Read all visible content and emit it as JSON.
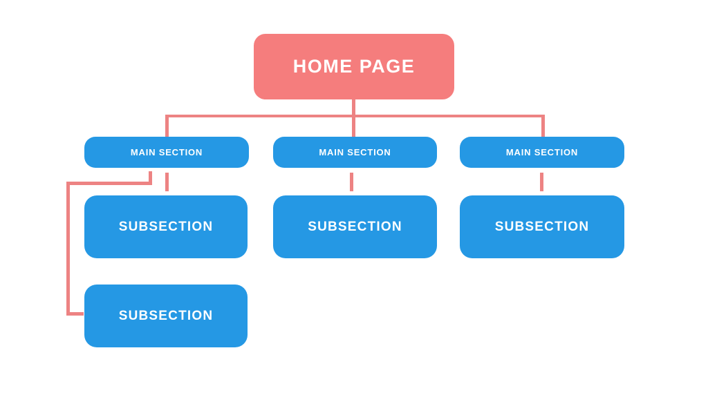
{
  "diagram": {
    "type": "sitemap-hierarchy",
    "nodes": {
      "home": {
        "label": "HOME PAGE"
      },
      "main_sections": [
        {
          "label": "MAIN SECTION"
        },
        {
          "label": "MAIN SECTION"
        },
        {
          "label": "MAIN SECTION"
        }
      ],
      "subsections": [
        {
          "label": "SUBSECTION"
        },
        {
          "label": "SUBSECTION"
        },
        {
          "label": "SUBSECTION"
        },
        {
          "label": "SUBSECTION"
        }
      ]
    },
    "edges": [
      [
        "home",
        "main-section-1"
      ],
      [
        "home",
        "main-section-2"
      ],
      [
        "home",
        "main-section-3"
      ],
      [
        "main-section-1",
        "subsection-1"
      ],
      [
        "main-section-2",
        "subsection-2"
      ],
      [
        "main-section-3",
        "subsection-3"
      ],
      [
        "main-section-1",
        "subsection-4"
      ]
    ]
  },
  "colors": {
    "coral": "#f57d7d",
    "coral_line": "#ed8383",
    "blue": "#2598e4",
    "text": "#ffffff",
    "background": "#ffffff"
  }
}
